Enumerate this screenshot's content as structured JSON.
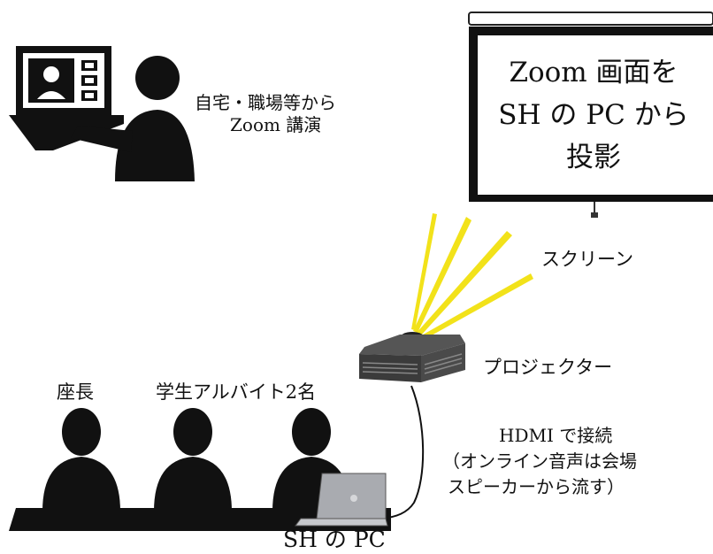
{
  "remote_speaker": {
    "line1": "自宅・職場等から",
    "line2": "Zoom 講演"
  },
  "screen": {
    "line1": "Zoom 画面を",
    "line2": "SH の PC から",
    "line3": "投影"
  },
  "labels": {
    "screen": "スクリーン",
    "projector": "プロジェクター",
    "chair": "座長",
    "students": "学生アルバイト2名",
    "pc": "SH の PC"
  },
  "connection": {
    "line1": "HDMI で接続",
    "line2": "（オンライン音声は会場",
    "line3": "スピーカーから流す）"
  },
  "colors": {
    "ink": "#111111",
    "ray": "#f2e21a",
    "laptop": "#a9abb0",
    "projector": "#4a4a4a"
  }
}
